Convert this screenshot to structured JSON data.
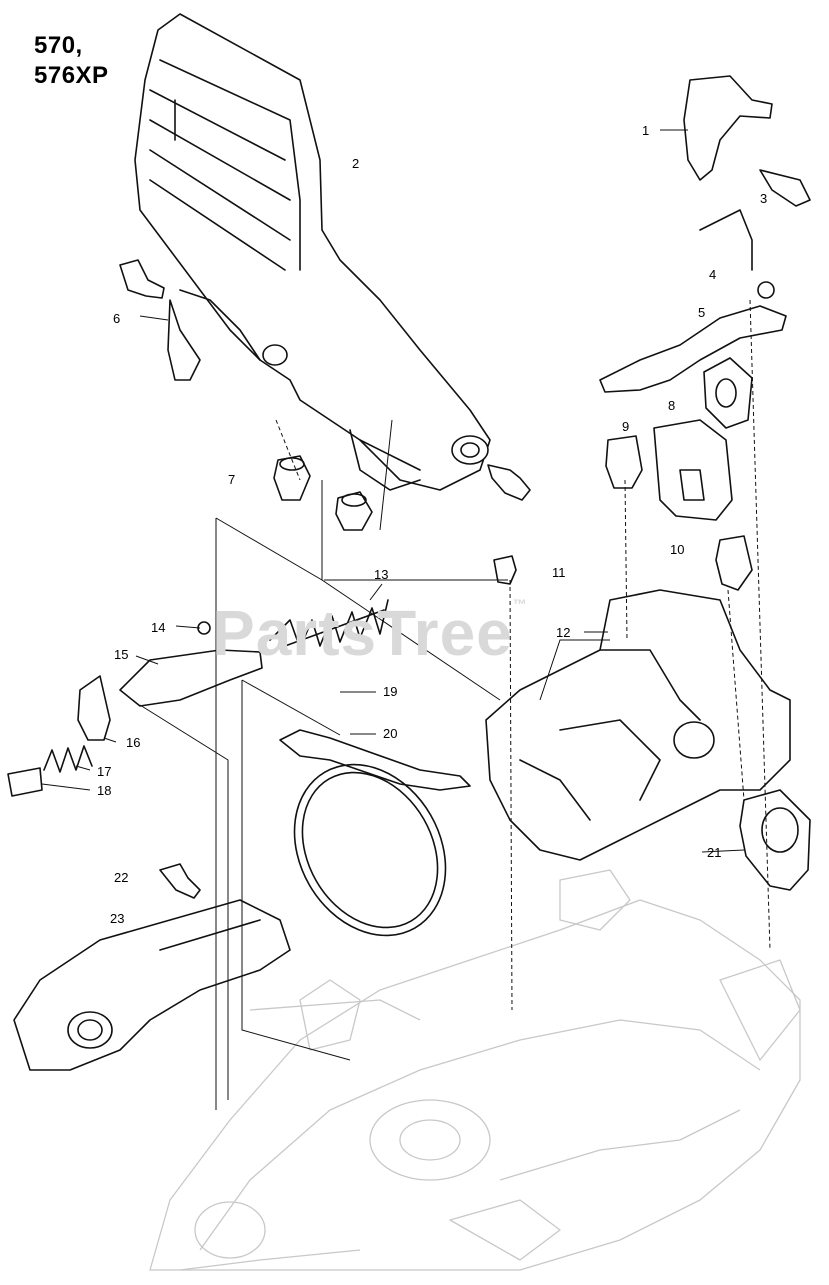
{
  "model": {
    "line1": "570,",
    "line2": "576XP"
  },
  "watermark": {
    "text": "PartsTree",
    "trademark": "™"
  },
  "callouts": [
    {
      "id": "1",
      "label": "1"
    },
    {
      "id": "2",
      "label": "2"
    },
    {
      "id": "3",
      "label": "3"
    },
    {
      "id": "4",
      "label": "4"
    },
    {
      "id": "5",
      "label": "5"
    },
    {
      "id": "6",
      "label": "6"
    },
    {
      "id": "7",
      "label": "7"
    },
    {
      "id": "8",
      "label": "8"
    },
    {
      "id": "9",
      "label": "9"
    },
    {
      "id": "10",
      "label": "10"
    },
    {
      "id": "11",
      "label": "11"
    },
    {
      "id": "12",
      "label": "12"
    },
    {
      "id": "13",
      "label": "13"
    },
    {
      "id": "14",
      "label": "14"
    },
    {
      "id": "15",
      "label": "15"
    },
    {
      "id": "16",
      "label": "16"
    },
    {
      "id": "17",
      "label": "17"
    },
    {
      "id": "18",
      "label": "18"
    },
    {
      "id": "19",
      "label": "19"
    },
    {
      "id": "20",
      "label": "20"
    },
    {
      "id": "21",
      "label": "21"
    },
    {
      "id": "22",
      "label": "22"
    },
    {
      "id": "23",
      "label": "23"
    }
  ]
}
